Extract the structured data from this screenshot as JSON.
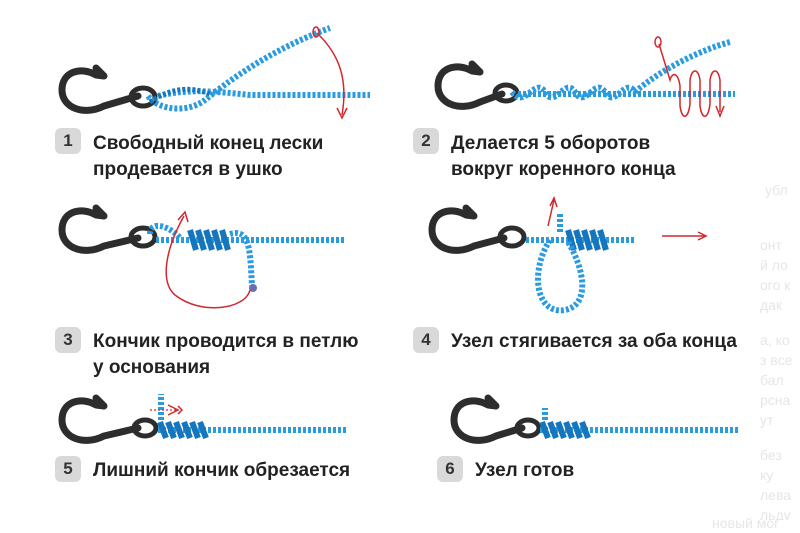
{
  "colors": {
    "line": "#2b9be0",
    "line_dark": "#1676bd",
    "hook": "#2d2d2d",
    "arrow": "#d0282e",
    "badge_bg": "#d9d9d9"
  },
  "steps": [
    {
      "number": "1",
      "line1": "Свободный конец лески",
      "line2": "продевается в ушко"
    },
    {
      "number": "2",
      "line1": "Делается 5 оборотов",
      "line2": "вокруг коренного конца"
    },
    {
      "number": "3",
      "line1": "Кончик проводится в петлю",
      "line2": "у основания"
    },
    {
      "number": "4",
      "line1": "Узел стягивается за оба конца",
      "line2": ""
    },
    {
      "number": "5",
      "line1": "Лишний кончик обрезается",
      "line2": ""
    },
    {
      "number": "6",
      "line1": "Узел готов",
      "line2": ""
    }
  ],
  "background_text": [
    "убл",
    "онт",
    "й ло",
    "ого к",
    "дак",
    "а, ко",
    "з все",
    "бал",
    "рсна",
    "ут",
    "без",
    "ку",
    "лева",
    "льду",
    "новый мог"
  ]
}
